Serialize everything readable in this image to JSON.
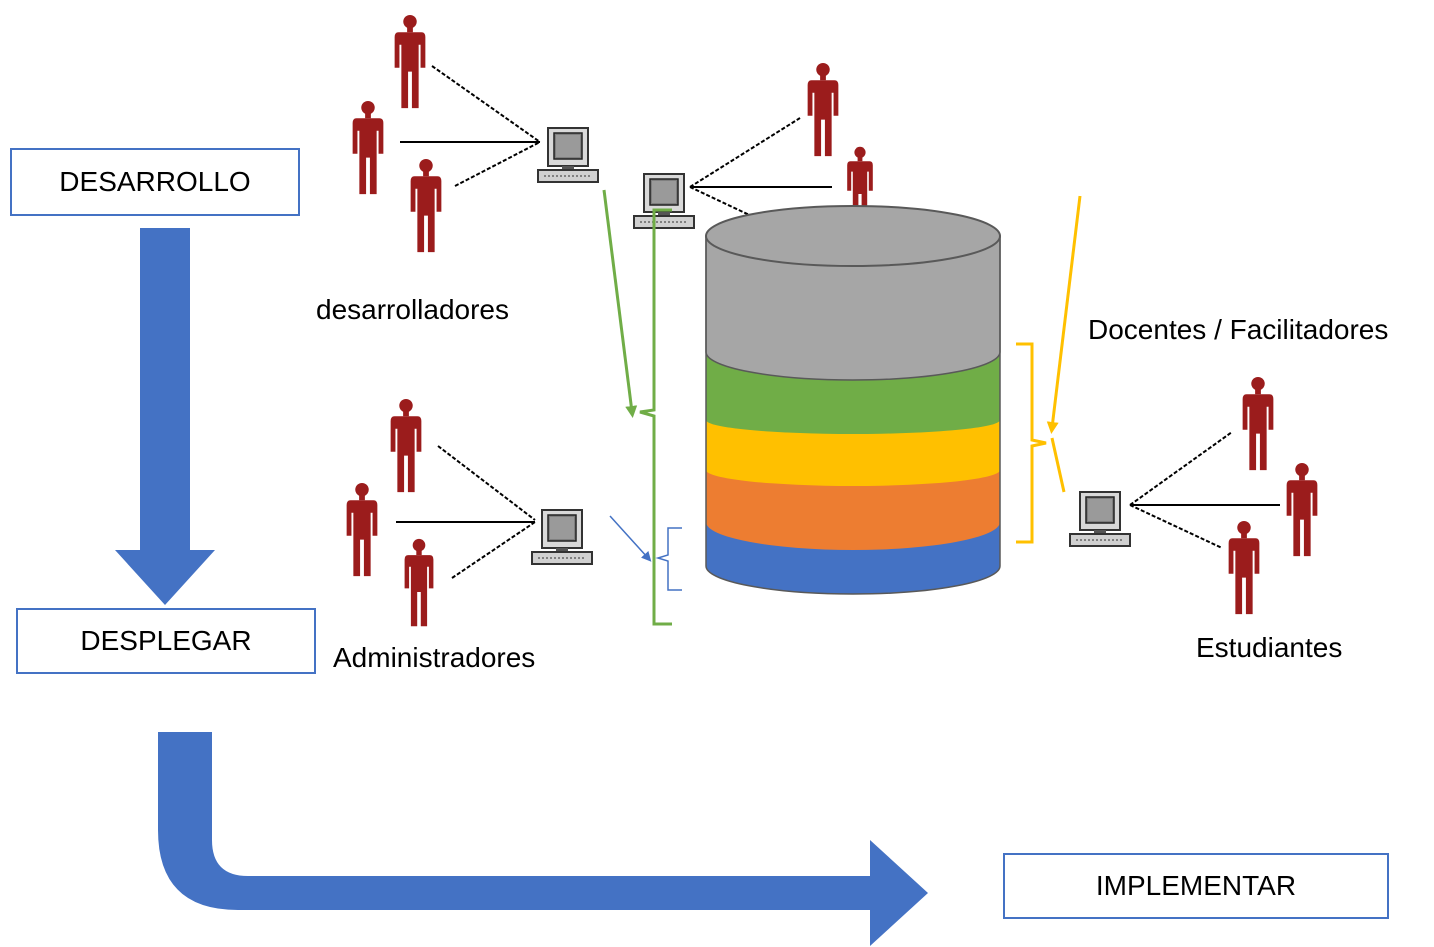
{
  "stages": {
    "develop": "DESARROLLO",
    "deploy": "DESPLEGAR",
    "implement": "IMPLEMENTAR"
  },
  "groups": {
    "developers": "desarrolladores",
    "administrators": "Administradores",
    "teachers": "Docentes / Facilitadores",
    "students": "Estudiantes"
  },
  "colors": {
    "flow_arrow": "#4472c4",
    "person": "#9b1c1c",
    "db_top": "#a6a6a6",
    "db_green": "#70ad47",
    "db_yellow": "#ffc000",
    "db_orange": "#ed7d31",
    "db_blue": "#4472c4",
    "connector_green": "#70ad47",
    "connector_yellow": "#ffc000",
    "connector_blue": "#4472c4"
  },
  "icons": [
    "person-icon",
    "computer-icon",
    "database-icon"
  ]
}
